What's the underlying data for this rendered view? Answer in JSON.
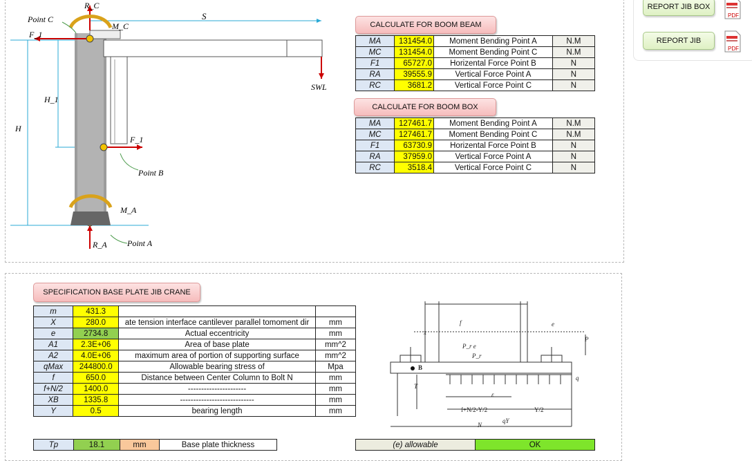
{
  "top_diagram": {
    "labels": {
      "rc": "R_C",
      "s": "S",
      "point_c": "Point C",
      "mc": "M_C",
      "f1_top": "F_1",
      "h1": "H_1",
      "h": "H",
      "f1_mid": "F_1",
      "swl": "SWL",
      "point_b": "Point B",
      "ma": "M_A",
      "ra": "R_A",
      "point_a": "Point A"
    }
  },
  "buttons": {
    "boom_beam": "CALCULATE FOR BOOM BEAM",
    "boom_box": "CALCULATE FOR BOOM BOX",
    "report_jib_box": "REPORT JIB BOX",
    "report_jib": "REPORT JIB",
    "spec_base_plate": "SPECIFICATION BASE PLATE  JIB CRANE",
    "pdf_label": "PDF"
  },
  "boom_beam_table": [
    {
      "sym": "MA",
      "val": "131454.0",
      "desc": "Moment Bending Point A",
      "unit": "N.M"
    },
    {
      "sym": "MC",
      "val": "131454.0",
      "desc": "Moment Bending Point C",
      "unit": "N.M"
    },
    {
      "sym": "F1",
      "val": "65727.0",
      "desc": "Horizental Force Point B",
      "unit": "N"
    },
    {
      "sym": "RA",
      "val": "39555.9",
      "desc": "Vertical Force Point A",
      "unit": "N"
    },
    {
      "sym": "RC",
      "val": "3681.2",
      "desc": "Vertical Force Point C",
      "unit": "N"
    }
  ],
  "boom_box_table": [
    {
      "sym": "MA",
      "val": "127461.7",
      "desc": "Moment Bending Point A",
      "unit": "N.M"
    },
    {
      "sym": "MC",
      "val": "127461.7",
      "desc": "Moment Bending Point C",
      "unit": "N.M"
    },
    {
      "sym": "F1",
      "val": "63730.9",
      "desc": "Horizental Force Point B",
      "unit": "N"
    },
    {
      "sym": "RA",
      "val": "37959.0",
      "desc": "Vertical Force Point A",
      "unit": "N"
    },
    {
      "sym": "RC",
      "val": "3518.4",
      "desc": "Vertical Force Point C",
      "unit": "N"
    }
  ],
  "base_plate_table": [
    {
      "sym": "m",
      "val": "431.3",
      "desc": "",
      "unit": ""
    },
    {
      "sym": "X",
      "val": "280.0",
      "desc": "ate tension interface cantilever parallel tomoment dir",
      "unit": "mm"
    },
    {
      "sym": "e",
      "val": "2734.8",
      "desc": "Actual eccentricity",
      "unit": "mm"
    },
    {
      "sym": "A1",
      "val": "2.3E+06",
      "desc": "Area of base plate",
      "unit": "mm^2"
    },
    {
      "sym": "A2",
      "val": "4.0E+06",
      "desc": "maximum area of portion of supporting surface",
      "unit": "mm^2"
    },
    {
      "sym": "qMax",
      "val": "244800.0",
      "desc": "Allowable bearing stress of",
      "unit": "Mpa"
    },
    {
      "sym": "f",
      "val": "650.0",
      "desc": "Distance between Center Column to Bolt N",
      "unit": "mm"
    },
    {
      "sym": "f+N/2",
      "val": "1400.0",
      "desc": "----------------------",
      "unit": "mm"
    },
    {
      "sym": "XB",
      "val": "1335.8",
      "desc": "----------------------------",
      "unit": "mm"
    },
    {
      "sym": "Y",
      "val": "0.5",
      "desc": "bearing length",
      "unit": "mm"
    }
  ],
  "thickness": {
    "sym": "Tp",
    "val": "18.1",
    "unit": "mm",
    "desc": "Base plate thickness"
  },
  "allowable": {
    "label": "(e) allowable",
    "status": "OK"
  },
  "plate_diagram": {
    "labels": {
      "x": "x",
      "f": "f",
      "e": "e",
      "p": "P",
      "pe": "P_r e",
      "pr": "P_r",
      "b": "B",
      "q": "q",
      "t": "T",
      "eps": "ε",
      "fny": "f+N/2-Y/2",
      "y2": "Y/2",
      "qy": "qY",
      "n": "N"
    }
  },
  "colors": {
    "yellow": "#ffff00",
    "green": "#92d050",
    "blue_cell": "#dde7f4",
    "cyan_line": "#29a9d6"
  }
}
